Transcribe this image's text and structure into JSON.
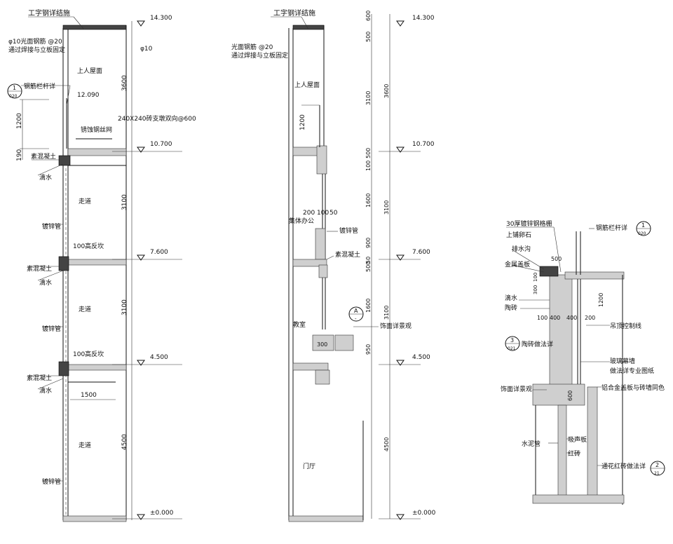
{
  "left_section": {
    "title_note": "工字钢详结施",
    "rebar_note_1": "φ10光面钢筋 @20",
    "rebar_note_2": "通过焊接与立板固定",
    "rebar_top_right": "φ10",
    "roof_label": "上人屋面",
    "railing_label": "钢筋栏杆详",
    "railing_ref_top": "1",
    "railing_ref_bottom": "020",
    "height_12090": "12.090",
    "dim_1200": "1200",
    "dim_190": "190",
    "brick_pier_note": "240X240砖支墩双向@600",
    "mesh_note": "锈蚀钢丝网",
    "concrete_1": "素混凝土",
    "drip_1": "滴水",
    "corridor_1": "走道",
    "pipe_1": "镀锌管",
    "curb_1": "100高反坎",
    "concrete_2": "素混凝土",
    "drip_2": "滴水",
    "corridor_2": "走道",
    "pipe_2": "镀锌管",
    "curb_2": "100高反坎",
    "concrete_3": "素混凝土",
    "drip_3": "滴水",
    "dim_1500": "1500",
    "corridor_3": "走道",
    "pipe_3": "镀锌管",
    "dim_3600": "3600",
    "dim_3100_a": "3100",
    "dim_3100_b": "3100",
    "dim_4500": "4500"
  },
  "levels": {
    "l_14300": "14.300",
    "l_10700": "10.700",
    "l_7600": "7.600",
    "l_4500": "4.500",
    "l_0": "±0.000"
  },
  "middle_section": {
    "title_note": "工字钢详结施",
    "rebar_note_1": "光面钢筋 @20",
    "rebar_note_2": "通过焊接与立板固定",
    "roof_label": "上人屋面",
    "dim_1200": "1200",
    "office_label": "集体办公",
    "dim_200": "200",
    "dim_100": "100",
    "dim_50": "50",
    "pipe_label": "镀锌管",
    "concrete_label": "素混凝土",
    "classroom_label": "教室",
    "callout_top": "A",
    "callout_bottom": "-",
    "facade_note": "饰面详景观",
    "dim_300": "300",
    "lobby_label": "门厅",
    "dims_inner": [
      "600",
      "500",
      "3100",
      "500",
      "100",
      "1600",
      "900",
      "500",
      "50",
      "1600",
      "950"
    ],
    "dims_outer": [
      "3600",
      "3100",
      "3100",
      "4500"
    ]
  },
  "detail": {
    "grate_note_1": "30厚镀锌钢格栅",
    "grate_note_2": "上铺卵石",
    "drain_note": "排水沟",
    "cover_note": "金属盖板",
    "dim_500": "500",
    "dim_100_a": "100",
    "dim_300": "300",
    "drip_note": "滴水",
    "tile_note": "陶砖",
    "dim_100_b": "100",
    "dim_400_a": "400",
    "dim_400_b": "400",
    "dim_200": "200",
    "dim_1200": "1200",
    "railing_note": "钢筋栏杆详",
    "ref1_top": "1",
    "ref1_bottom": "020",
    "ceiling_note": "吊顶控制线",
    "ref3_top": "3",
    "ref3_bottom": "021",
    "brick_detail_note": "陶砖做法详",
    "glass_note_1": "玻璃幕墙",
    "glass_note_2": "做法详专业图纸",
    "facade_note": "饰面详景观",
    "alu_note": "铝合金盖板与砖墙同色",
    "dim_600": "600",
    "pipe_note": "水泥管",
    "acoustic_note": "吸声板",
    "red_brick_note": "红砖",
    "perforated_note": "通花红砖做法详",
    "ref2_top": "2",
    "ref2_bottom": "21"
  }
}
